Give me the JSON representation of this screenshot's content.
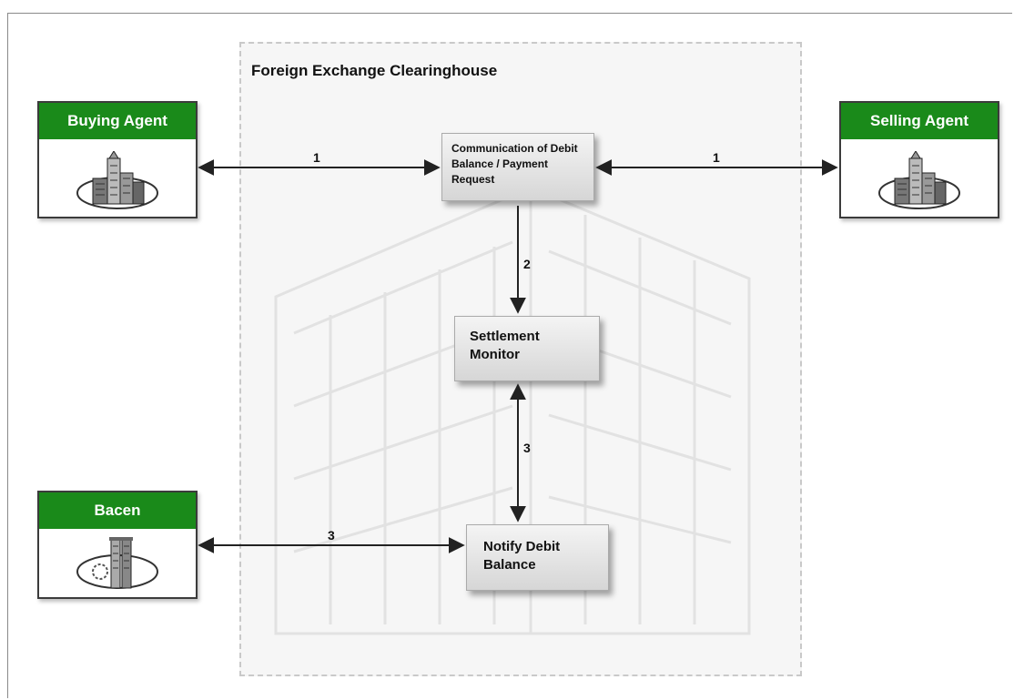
{
  "clearinghouse": {
    "title": "Foreign Exchange Clearinghouse"
  },
  "agents": {
    "buying": {
      "title": "Buying Agent",
      "icon": "city-buildings-icon"
    },
    "selling": {
      "title": "Selling Agent",
      "icon": "city-buildings-icon"
    },
    "bacen": {
      "title": "Bacen",
      "icon": "bank-building-icon"
    }
  },
  "process": {
    "communication": "Communication of Debit Balance / Payment Request",
    "settlement": "Settlement Monitor",
    "notify": "Notify Debit Balance"
  },
  "steps": {
    "buying_to_comm": "1",
    "comm_to_selling": "1",
    "comm_to_settlement": "2",
    "settlement_to_notify": "3",
    "bacen_to_notify": "3"
  },
  "colors": {
    "agent_header": "#1a8a1a"
  }
}
